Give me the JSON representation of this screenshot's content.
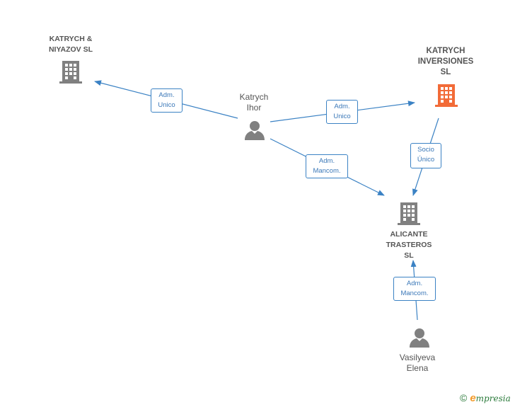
{
  "nodes": {
    "katrych_niyazov": {
      "label": "KATRYCH &\nNIYAZOV  SL"
    },
    "katrych_inversiones": {
      "label": "KATRYCH\nINVERSIONES\nSL"
    },
    "alicante_trasteros": {
      "label": "ALICANTE\nTRASTEROS\nSL"
    },
    "katrych_ihor": {
      "label": "Katrych\nIhor"
    },
    "vasilyeva_elena": {
      "label": "Vasilyeva\nElena"
    }
  },
  "edges": {
    "ihor_to_niyazov": "Adm.\nUnico",
    "ihor_to_inversiones": "Adm.\nUnico",
    "ihor_to_alicante": "Adm.\nMancom.",
    "inversiones_to_alicante": "Socio\nÚnico",
    "elena_to_alicante": "Adm.\nMancom."
  },
  "colors": {
    "company": "#808080",
    "company_focus": "#f26b38",
    "person": "#808080",
    "edge": "#3b82c4"
  },
  "footer": {
    "copyright": "©",
    "brand_initial": "e",
    "brand_rest": "mpresia"
  }
}
